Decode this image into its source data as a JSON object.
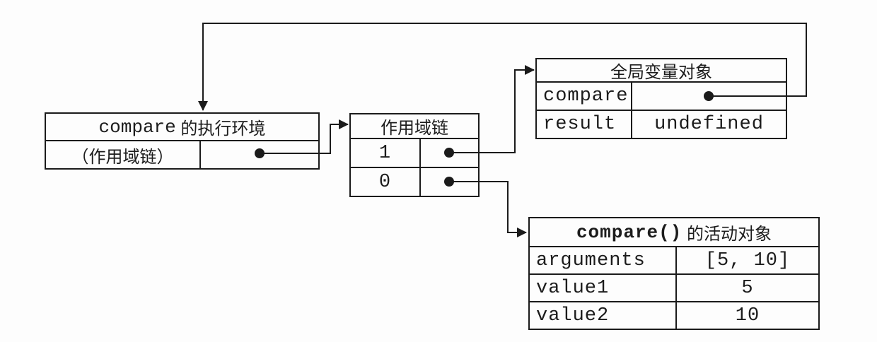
{
  "boxes": {
    "execution_context": {
      "title_code": "compare",
      "title_cn": " 的执行环境",
      "rows": [
        {
          "label": "（作用域链）",
          "pointer": true
        }
      ]
    },
    "scope_chain": {
      "title": "作用域链",
      "rows": [
        {
          "label": "1",
          "pointer": true
        },
        {
          "label": "0",
          "pointer": true
        }
      ]
    },
    "global_object": {
      "title": "全局变量对象",
      "rows": [
        {
          "label": "compare",
          "value": "",
          "pointer": true
        },
        {
          "label": "result",
          "value": "undefined",
          "pointer": false
        }
      ]
    },
    "activation_object": {
      "title_code": "compare()",
      "title_cn": " 的活动对象",
      "rows": [
        {
          "label": "arguments",
          "value": "[5, 10]"
        },
        {
          "label": "value1",
          "value": "5"
        },
        {
          "label": "value2",
          "value": "10"
        }
      ]
    }
  },
  "connections": [
    {
      "from": "execution-context scope-chain pointer",
      "to": "scope-chain box"
    },
    {
      "from": "scope-chain slot 1 pointer",
      "to": "global-variable-object box"
    },
    {
      "from": "scope-chain slot 0 pointer",
      "to": "compare-activation-object box"
    },
    {
      "from": "global-object compare pointer",
      "to": "execution-context box top"
    }
  ],
  "colors": {
    "background": "#fdfdfd",
    "line": "#1b1b1b",
    "text": "#1c1c1c"
  }
}
